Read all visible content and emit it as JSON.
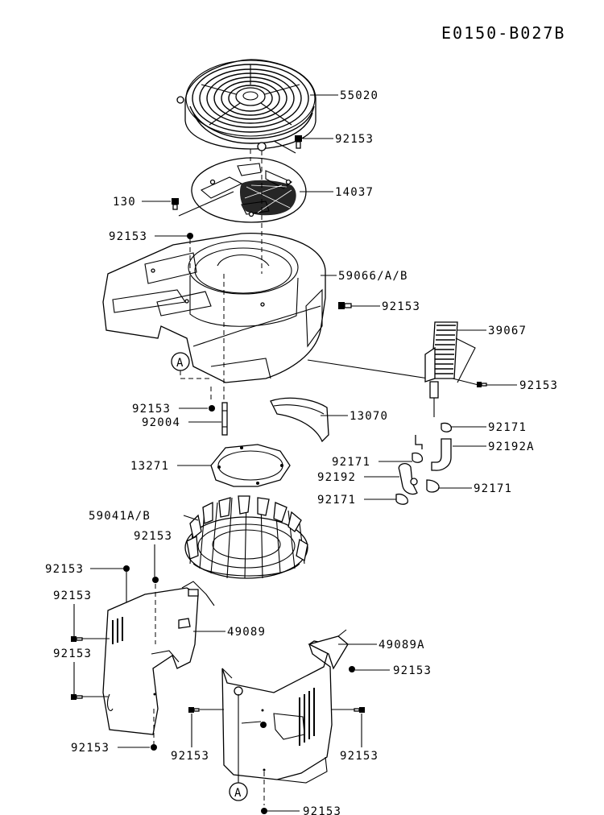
{
  "diagram_code": "E0150-B027B",
  "callouts": [
    {
      "id": "c01",
      "text": "55020"
    },
    {
      "id": "c02",
      "text": "92153"
    },
    {
      "id": "c03",
      "text": "130"
    },
    {
      "id": "c04",
      "text": "14037"
    },
    {
      "id": "c05",
      "text": "92153"
    },
    {
      "id": "c06",
      "text": "59066/A/B"
    },
    {
      "id": "c07",
      "text": "92153"
    },
    {
      "id": "c08",
      "text": "39067"
    },
    {
      "id": "c09",
      "text": "92153"
    },
    {
      "id": "c10",
      "text": "92153"
    },
    {
      "id": "c11",
      "text": "13070"
    },
    {
      "id": "c12",
      "text": "92004"
    },
    {
      "id": "c13",
      "text": "92171"
    },
    {
      "id": "c14",
      "text": "92192A"
    },
    {
      "id": "c15",
      "text": "13271"
    },
    {
      "id": "c16",
      "text": "92171"
    },
    {
      "id": "c17",
      "text": "92192"
    },
    {
      "id": "c18",
      "text": "92171"
    },
    {
      "id": "c19",
      "text": "92171"
    },
    {
      "id": "c20",
      "text": "59041A/B"
    },
    {
      "id": "c21",
      "text": "92153"
    },
    {
      "id": "c22",
      "text": "92153"
    },
    {
      "id": "c23",
      "text": "92153"
    },
    {
      "id": "c24",
      "text": "49089"
    },
    {
      "id": "c25",
      "text": "92153"
    },
    {
      "id": "c26",
      "text": "49089A"
    },
    {
      "id": "c27",
      "text": "92153"
    },
    {
      "id": "c28",
      "text": "92153"
    },
    {
      "id": "c29",
      "text": "92153"
    },
    {
      "id": "c30",
      "text": "92153"
    },
    {
      "id": "c31",
      "text": "92153"
    }
  ],
  "reference_markers": [
    "A",
    "A"
  ]
}
